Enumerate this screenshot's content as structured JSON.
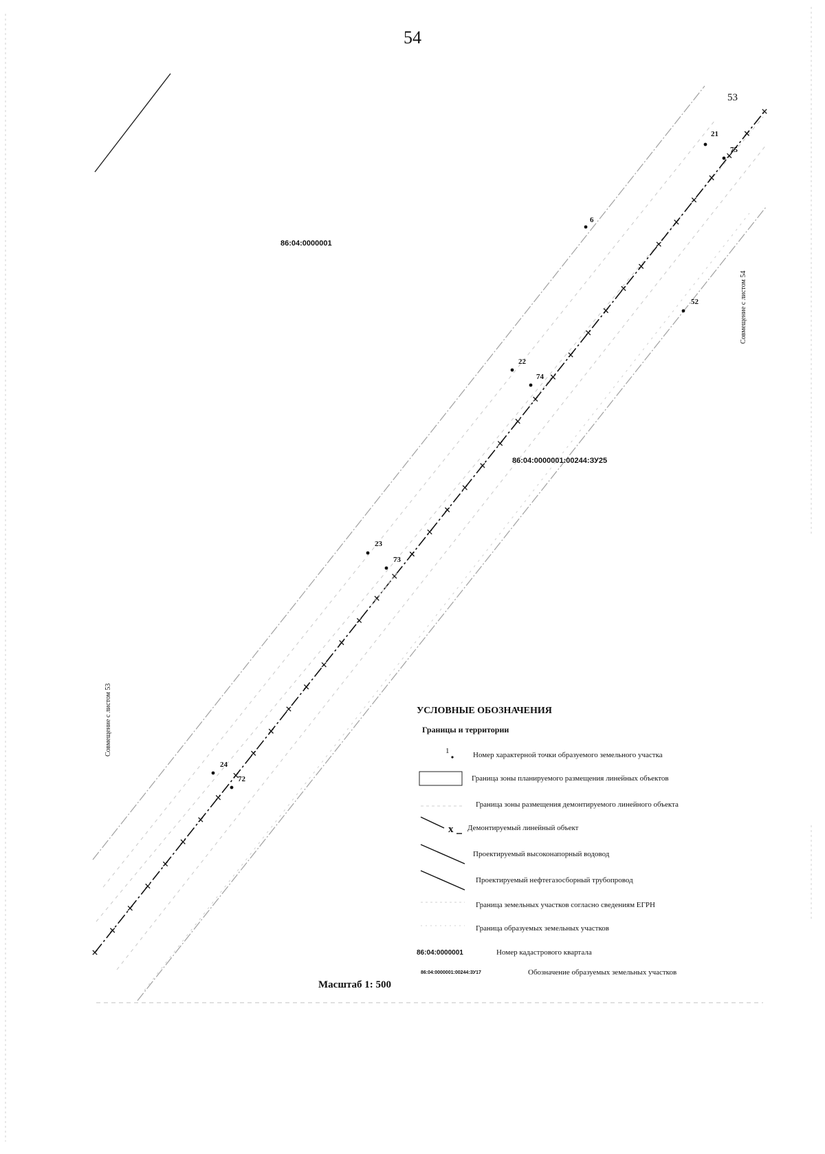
{
  "page_number": "54",
  "sheet_ref_top": "53",
  "side_note_right": "Совмещение с листом 54",
  "side_note_left": "Совмещение с листом 53",
  "cadastral_quarter": "86:04:0000001",
  "parcel_designation": "86:04:0000001:00244:ЗУ25",
  "points": [
    {
      "label": "21"
    },
    {
      "label": "75"
    },
    {
      "label": "6"
    },
    {
      "label": "52"
    },
    {
      "label": "22"
    },
    {
      "label": "74"
    },
    {
      "label": "23"
    },
    {
      "label": "73"
    },
    {
      "label": "24"
    },
    {
      "label": "72"
    }
  ],
  "legend": {
    "title": "УСЛОВНЫЕ ОБОЗНАЧЕНИЯ",
    "subtitle": "Границы и территории",
    "items": [
      {
        "symbol_text": "1",
        "text": "Номер характерной точки образуемого земельного участка"
      },
      {
        "text": "Граница зоны планируемого размещения линейных объектов"
      },
      {
        "text": "Граница зоны размещения демонтируемого линейного объекта"
      },
      {
        "symbol_text": "x",
        "text": "Демонтируемый линейный объект"
      },
      {
        "text": "Проектируемый высоконапорный водовод"
      },
      {
        "text": "Проектируемый нефтегазосборный трубопровод"
      },
      {
        "text": "Граница земельных участков согласно сведениям ЕГРН"
      },
      {
        "text": "Граница образуемых земельных участков"
      },
      {
        "code": "86:04:0000001",
        "text": "Номер кадастрового квартала"
      },
      {
        "code": "86:04:0000001:00244:ЗУ17",
        "text": "Обозначение образуемых земельных участков"
      }
    ]
  },
  "scale": "Масштаб 1: 500",
  "colors": {
    "ink": "#111111",
    "grey": "#9a9a9a",
    "light": "#c4c4c4"
  }
}
